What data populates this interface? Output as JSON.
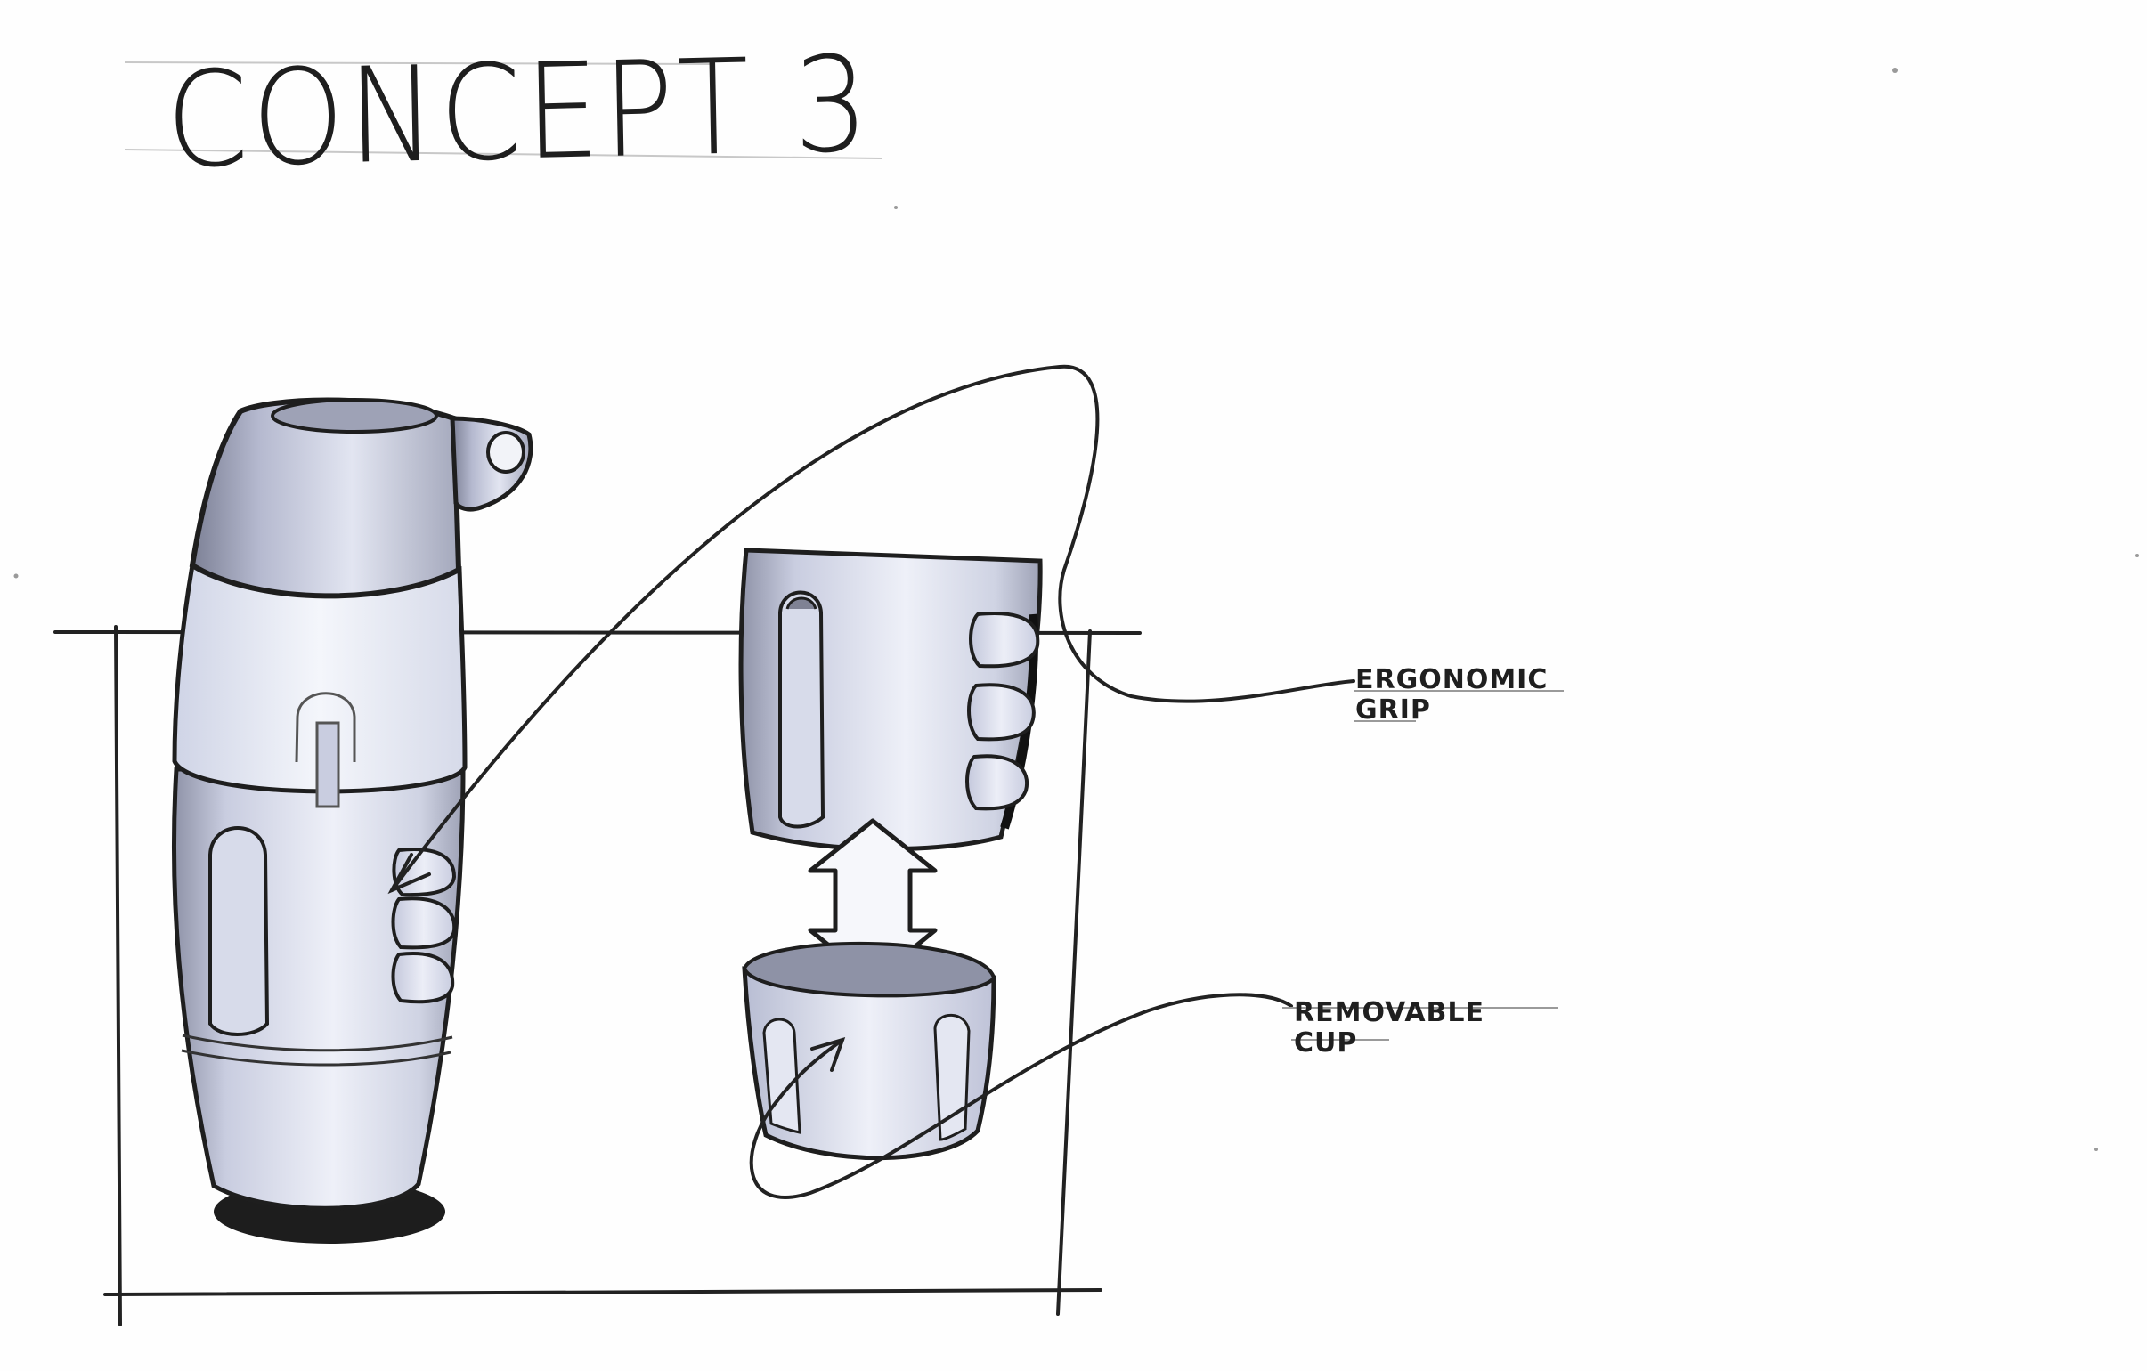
{
  "title": "CONCEPT 3",
  "callouts": {
    "ergonomic_grip": {
      "line1": "ERGONOMIC",
      "line2": "GRIP"
    },
    "removable_cup": {
      "line1": "REMOVABLE",
      "line2": "CUP"
    }
  },
  "colors": {
    "ink": "#1e1e1e",
    "marker_light": "#dfe3f0",
    "marker_mid": "#b8bdd4",
    "marker_dark": "#5a5d6b",
    "paper": "#fefefe"
  }
}
